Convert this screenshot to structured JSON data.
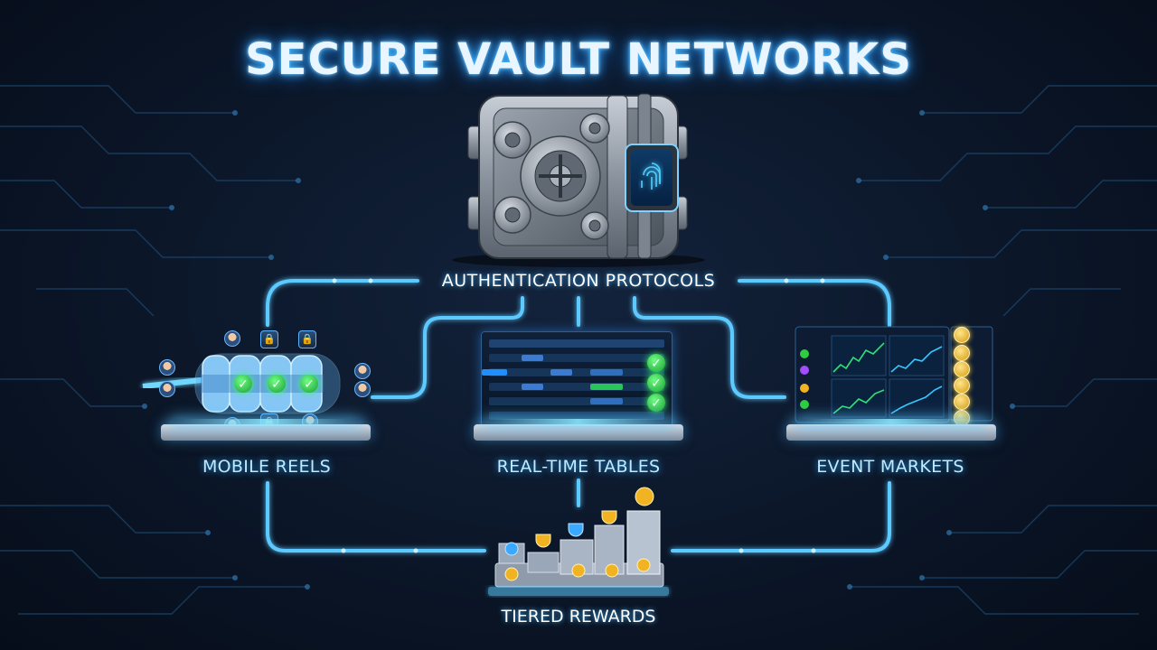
{
  "title": "SECURE VAULT NETWORKS",
  "hub": {
    "label": "AUTHENTICATION PROTOCOLS",
    "icon": "vault-fingerprint-icon"
  },
  "nodes": [
    {
      "id": "mobile-reels",
      "label": "MOBILE REELS",
      "icon": "slot-reels-icon"
    },
    {
      "id": "real-time-tables",
      "label": "REAL-TIME TABLES",
      "icon": "table-dashboard-icon"
    },
    {
      "id": "event-markets",
      "label": "EVENT MARKETS",
      "icon": "market-charts-icon"
    },
    {
      "id": "tiered-rewards",
      "label": "TIERED REWARDS",
      "icon": "reward-podium-icon"
    }
  ],
  "colors": {
    "background": "#0b1628",
    "circuit": "#1d4a73",
    "connector": "#5cc9ff",
    "title_glow": "#3fb8ff",
    "label": "#bfeaff",
    "check": "#2ecc40",
    "gold": "#f2b322"
  }
}
